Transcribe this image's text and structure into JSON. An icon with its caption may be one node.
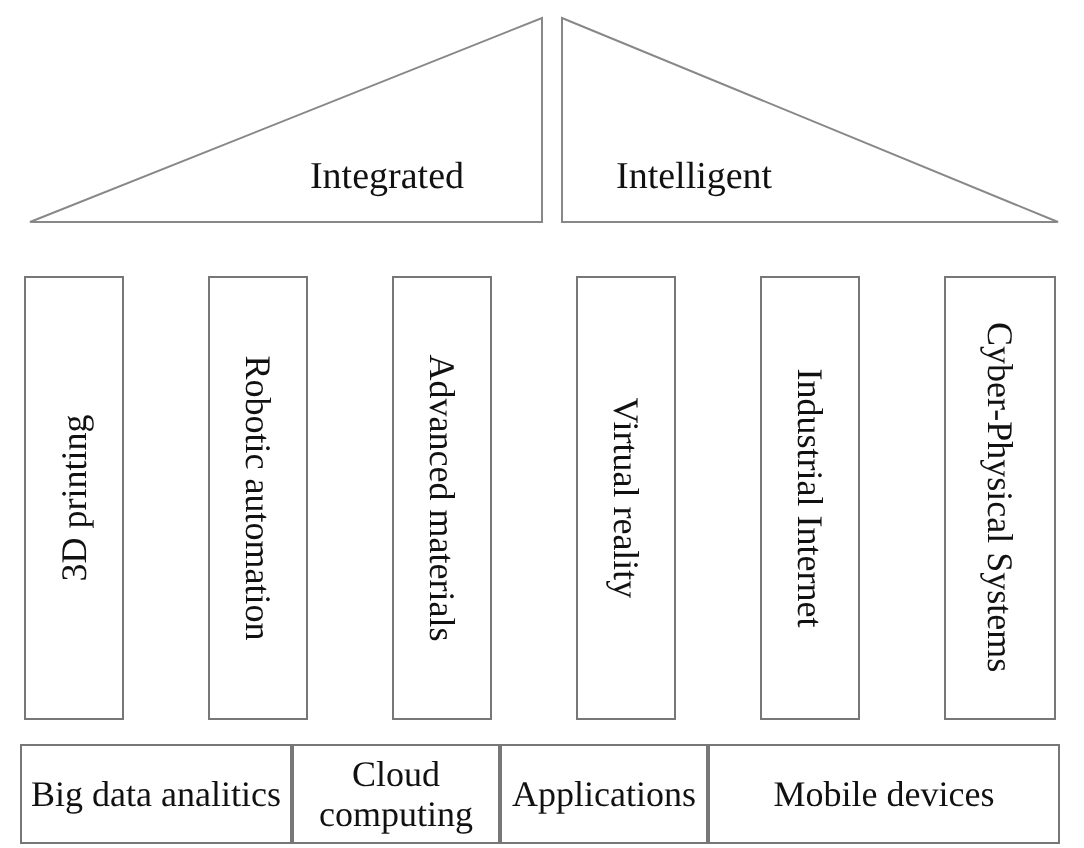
{
  "diagram": {
    "nodes": [
      {
        "text": [
          "Integrated"
        ]
      },
      {
        "text": [
          "Intelligent"
        ]
      },
      {
        "text": [
          "3D printing"
        ]
      },
      {
        "text": [
          "Robotic automation"
        ]
      },
      {
        "text": [
          "Advanced materials"
        ]
      },
      {
        "text": [
          "Virtual reality"
        ]
      },
      {
        "text": [
          "Industrial Internet"
        ]
      },
      {
        "text": [
          "Cyber-Physical Systems"
        ]
      },
      {
        "text": [
          "Big data analitics"
        ]
      },
      {
        "text": [
          "Cloud computing"
        ]
      },
      {
        "text": [
          "Applications"
        ]
      },
      {
        "text": [
          "Mobile devices"
        ]
      }
    ]
  }
}
